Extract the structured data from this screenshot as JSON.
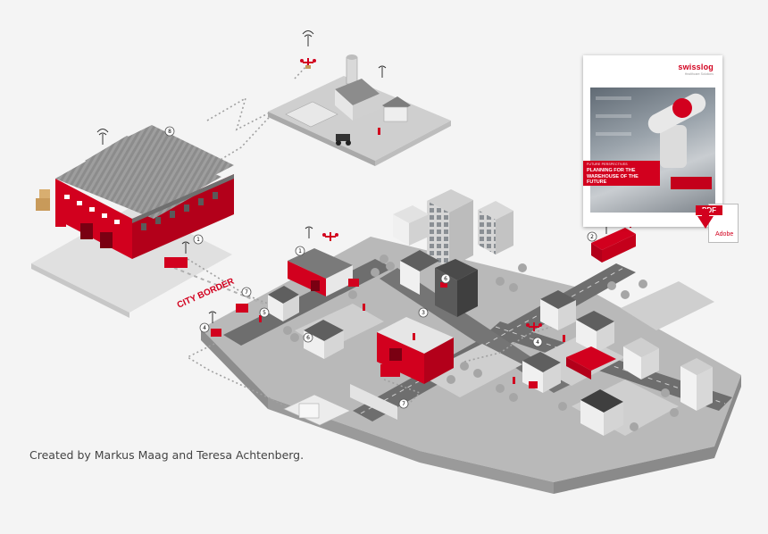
{
  "caption": "Created by Markus Maag and Teresa Achtenberg.",
  "city_border_label": "CITY BORDER",
  "markers": [
    "8",
    "1",
    "1",
    "7",
    "5",
    "4",
    "6",
    "6",
    "3",
    "2",
    "4",
    "7"
  ],
  "brochure": {
    "brand": "swisslog",
    "brand_sub": "Healthcare Solutions",
    "kicker": "FUTURE PERSPECTIVES",
    "headline": "PLANNING FOR THE WAREHOUSE OF THE FUTURE"
  },
  "pdf": {
    "tag": "PDF",
    "vendor": "Adobe"
  },
  "colors": {
    "accent": "#d2001e",
    "ground": "#9a9a9a",
    "building": "#e6e6e6"
  }
}
